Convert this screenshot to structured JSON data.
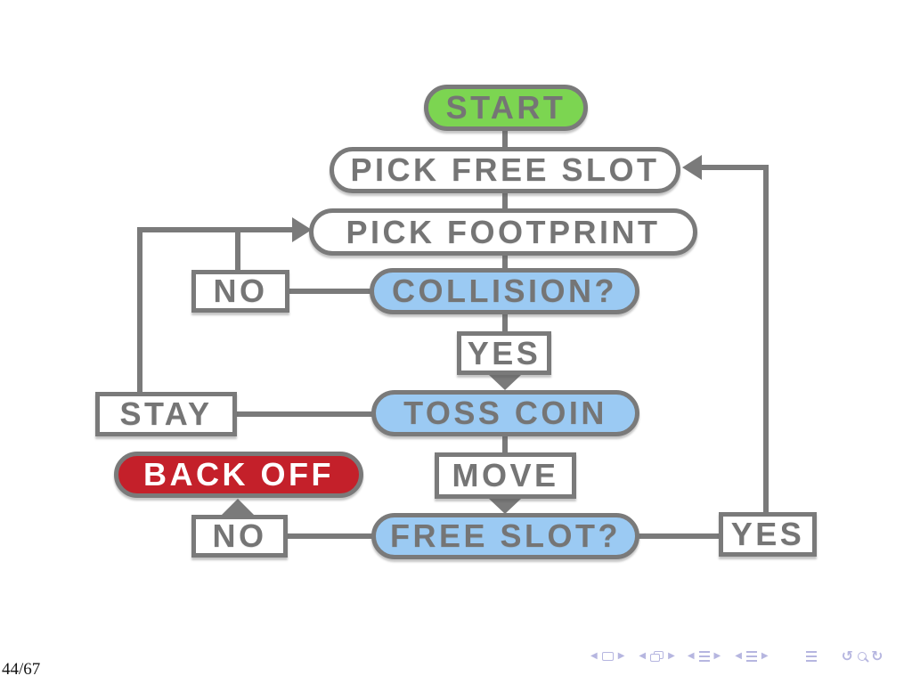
{
  "slide": {
    "page_indicator": "44/67"
  },
  "flowchart": {
    "nodes": {
      "start": "START",
      "pick_free_slot": "PICK FREE SLOT",
      "pick_footprint": "PICK FOOTPRINT",
      "collision": "COLLISION?",
      "no_upper": "NO",
      "yes_mid": "YES",
      "toss_coin": "TOSS COIN",
      "stay": "STAY",
      "back_off": "BACK OFF",
      "move": "MOVE",
      "no_lower": "NO",
      "free_slot": "FREE SLOT?",
      "yes_right": "YES"
    },
    "colors": {
      "start_fill": "#7cd551",
      "decision_fill": "#9bcaf3",
      "back_off_fill": "#c4202a",
      "stroke_gray": "#7a7a7a",
      "label_gray": "#757575",
      "back_off_text": "#ffffff"
    }
  },
  "nav_bar": {
    "color": "#b6b6e0",
    "icons": [
      {
        "name": "prev-slide-icon",
        "glyph": "◀"
      },
      {
        "name": "slide-icon",
        "glyph": ""
      },
      {
        "name": "next-slide-icon",
        "glyph": "▶"
      },
      {
        "name": "prev-frame-icon",
        "glyph": "◀"
      },
      {
        "name": "frames-icon",
        "glyph": ""
      },
      {
        "name": "next-frame-icon",
        "glyph": "▶"
      },
      {
        "name": "prev-subsection-icon",
        "glyph": "◀"
      },
      {
        "name": "subsection-page-icon",
        "glyph": ""
      },
      {
        "name": "next-subsection-icon",
        "glyph": "▶"
      },
      {
        "name": "prev-section-icon",
        "glyph": "◀"
      },
      {
        "name": "section-page-icon",
        "glyph": ""
      },
      {
        "name": "next-section-icon",
        "glyph": "▶"
      },
      {
        "name": "appendix-page-icon",
        "glyph": ""
      },
      {
        "name": "go-back-icon",
        "glyph": "↺"
      },
      {
        "name": "search-icon",
        "glyph": ""
      },
      {
        "name": "go-forward-icon",
        "glyph": "↻"
      }
    ]
  }
}
